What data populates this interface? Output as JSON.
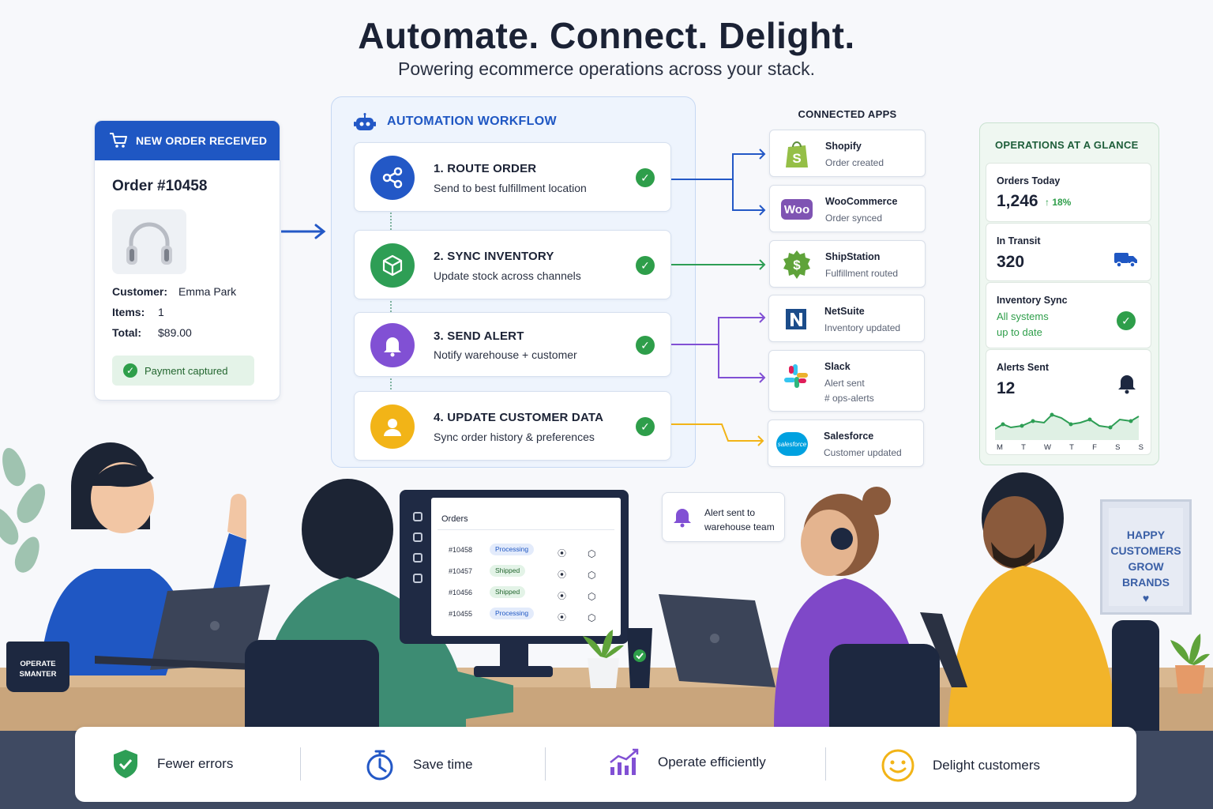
{
  "header": {
    "title": "Automate. Connect. Delight.",
    "subtitle": "Powering ecommerce operations across your stack."
  },
  "order": {
    "header": "NEW ORDER RECEIVED",
    "number": "Order #10458",
    "customer_label": "Customer:",
    "customer": "Emma Park",
    "items_label": "Items:",
    "items": "1",
    "total_label": "Total:",
    "total": "$89.00",
    "payment_status": "Payment captured"
  },
  "workflow": {
    "title": "AUTOMATION WORKFLOW",
    "steps": [
      {
        "title": "1. ROUTE ORDER",
        "desc": "Send to best fulfillment location",
        "color": "#2358c6"
      },
      {
        "title": "2. SYNC INVENTORY",
        "desc": "Update stock across channels",
        "color": "#2e9e55"
      },
      {
        "title": "3. SEND ALERT",
        "desc": "Notify warehouse + customer",
        "color": "#8150d4"
      },
      {
        "title": "4. UPDATE CUSTOMER DATA",
        "desc": "Sync order history & preferences",
        "color": "#f2b417"
      }
    ]
  },
  "apps": {
    "title": "CONNECTED APPS",
    "items": [
      {
        "name": "Shopify",
        "status": "Order created",
        "icon": "shopify-logo"
      },
      {
        "name": "WooCommerce",
        "status": "Order synced",
        "icon": "woocommerce-logo",
        "logo_text": "Woo"
      },
      {
        "name": "ShipStation",
        "status": "Fulfillment routed",
        "icon": "shipstation-logo"
      },
      {
        "name": "NetSuite",
        "status": "Inventory updated",
        "icon": "netsuite-logo"
      },
      {
        "name": "Slack",
        "status": "Alert sent",
        "status2": "# ops-alerts",
        "icon": "slack-logo"
      },
      {
        "name": "Salesforce",
        "status": "Customer updated",
        "icon": "salesforce-logo",
        "logo_text": "salesforce"
      }
    ]
  },
  "ops": {
    "title": "OPERATIONS AT A GLANCE",
    "orders_label": "Orders Today",
    "orders_value": "1,246",
    "orders_change": "↑ 18%",
    "transit_label": "In Transit",
    "transit_value": "320",
    "inv_label": "Inventory Sync",
    "inv_status_1": "All systems",
    "inv_status_2": "up to date",
    "alerts_label": "Alerts Sent",
    "alerts_value": "12",
    "days": [
      "M",
      "T",
      "W",
      "T",
      "F",
      "S",
      "S"
    ]
  },
  "screen": {
    "title": "Orders",
    "rows": [
      {
        "id": "#10458",
        "status": "Processing"
      },
      {
        "id": "#10457",
        "status": "Shipped"
      },
      {
        "id": "#10456",
        "status": "Shipped"
      },
      {
        "id": "#10455",
        "status": "Processing"
      }
    ]
  },
  "bubble": {
    "line1": "Alert sent to",
    "line2": "warehouse team"
  },
  "mug": {
    "line1": "OPERATE",
    "line2": "SMANTER"
  },
  "poster": {
    "line1": "HAPPY",
    "line2": "CUSTOMERS",
    "line3": "GROW",
    "line4": "BRANDS"
  },
  "benefits": [
    "Fewer errors",
    "Save time",
    "Operate efficiently",
    "Delight customers"
  ]
}
